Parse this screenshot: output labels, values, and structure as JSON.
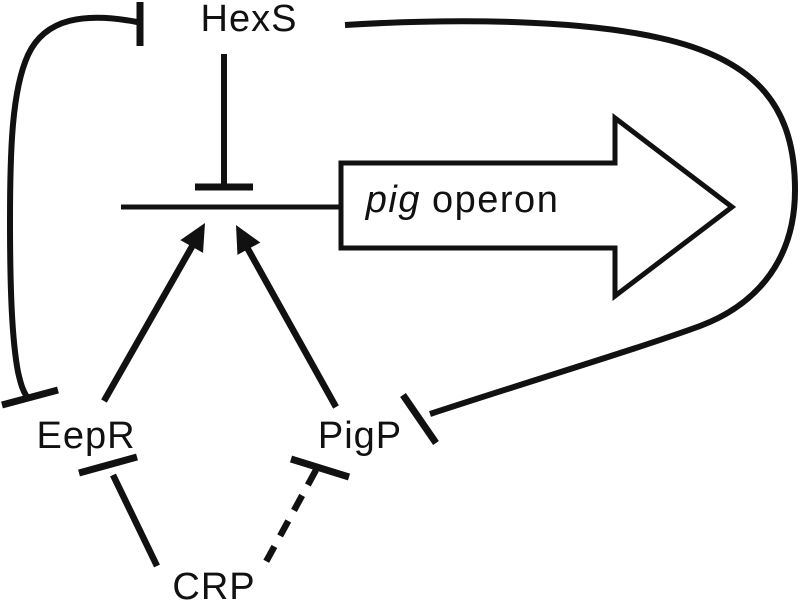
{
  "figure": {
    "type": "gene-regulatory-network-diagram",
    "background_color": "#ffffff",
    "line_color": "#111111",
    "nodes": {
      "hexs": {
        "label": "HexS"
      },
      "pig_operon": {
        "gene": "pig",
        "suffix": "operon"
      },
      "eepr": {
        "label": "EepR"
      },
      "pigp": {
        "label": "PigP"
      },
      "crp": {
        "label": "CRP"
      }
    },
    "edges": [
      {
        "source": "EepR",
        "target": "HexS",
        "type": "inhibition",
        "style": "solid",
        "note": "curved line on left side with T-bar at both ends (mutual inhibition)"
      },
      {
        "source": "HexS",
        "target": "pig operon promoter",
        "type": "inhibition",
        "style": "solid"
      },
      {
        "source": "EepR",
        "target": "pig operon promoter",
        "type": "activation",
        "style": "solid"
      },
      {
        "source": "PigP",
        "target": "pig operon promoter",
        "type": "activation",
        "style": "solid"
      },
      {
        "source": "HexS",
        "target": "PigP",
        "type": "inhibition",
        "style": "solid",
        "note": "large curve wrapping around right side of block arrow"
      },
      {
        "source": "CRP",
        "target": "EepR",
        "type": "inhibition",
        "style": "solid"
      },
      {
        "source": "CRP",
        "target": "PigP",
        "type": "inhibition",
        "style": "dashed"
      }
    ]
  }
}
